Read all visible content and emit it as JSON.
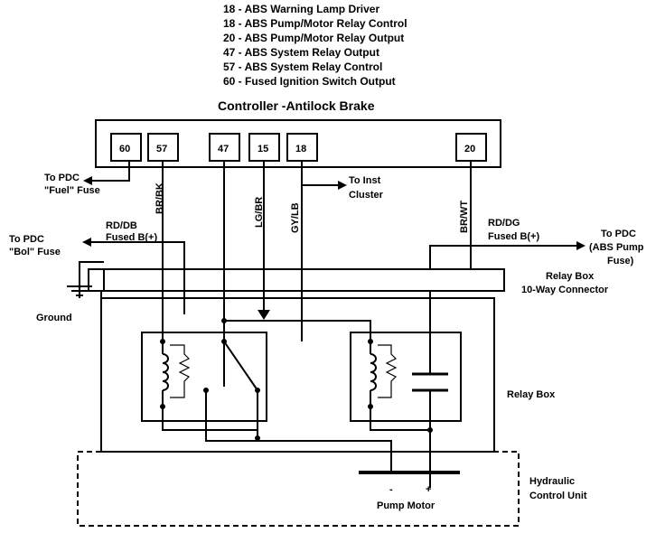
{
  "legend": [
    "18 - ABS Warning Lamp Driver",
    "18 - ABS Pump/Motor Relay Control",
    "20 - ABS Pump/Motor Relay Output",
    "47 - ABS System Relay Output",
    "57 - ABS System Relay Control",
    "60 - Fused Ignition Switch Output"
  ],
  "controller_title": "Controller -Antilock Brake",
  "pins": [
    "60",
    "57",
    "47",
    "15",
    "18",
    "20"
  ],
  "labels": {
    "pdc_fuel_1": "To PDC",
    "pdc_fuel_2": "\"Fuel\" Fuse",
    "inst_cluster_1": "To Inst",
    "inst_cluster_2": "Cluster",
    "pdc_bol_1": "To PDC",
    "pdc_bol_2": "\"Bol\" Fuse",
    "rd_db_1": "RD/DB",
    "rd_db_2": "Fused B(+)",
    "rd_dg_1": "RD/DG",
    "rd_dg_2": "Fused B(+)",
    "pdc_abs_1": "To PDC",
    "pdc_abs_2": "(ABS Pump",
    "pdc_abs_3": "Fuse)",
    "relay_box_conn_1": "Relay Box",
    "relay_box_conn_2": "10-Way Connector",
    "ground": "Ground",
    "relay_box": "Relay Box",
    "hcu_1": "Hydraulic",
    "hcu_2": "Control Unit",
    "pump_motor": "Pump Motor",
    "minus": "-",
    "plus": "+"
  },
  "wire_colors": {
    "w57": "BR/BK",
    "w15": "LG/BR",
    "w18": "GY/LB",
    "w20": "BR/WT"
  }
}
